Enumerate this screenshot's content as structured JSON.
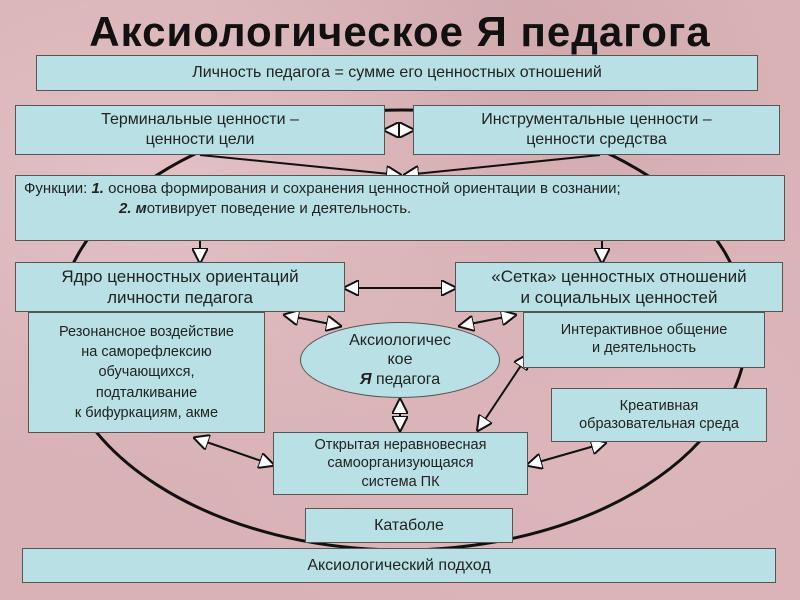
{
  "title": "Аксиологическое Я педагога",
  "personality": "Личность педагога = сумме его ценностных отношений",
  "terminal": {
    "line1": "Терминальные ценности –",
    "line2": "ценности цели"
  },
  "instrumental": {
    "line1": "Инструментальные ценности –",
    "line2": "ценности средства"
  },
  "functions": {
    "prefix": "Функции: ",
    "n1": "1.",
    "text1": " основа формирования и сохранения ценностной ориентации в сознании;",
    "n2": "2. м",
    "text2": "отивирует поведение и деятельность."
  },
  "core": {
    "line1": "Ядро ценностных ориентаций",
    "line2": "личности педагога"
  },
  "grid": {
    "line1": "«Сетка» ценностных отношений",
    "line2": "и социальных ценностей"
  },
  "resonant": {
    "l1": "Резонансное воздействие",
    "l2": "на саморефлексию",
    "l3": "обучающихся,",
    "l4": "подталкивание",
    "l5": "к бифуркациям, акме"
  },
  "center": {
    "l1": "Аксиологичес",
    "l2": "кое",
    "l3a": "Я",
    "l3b": " педагога"
  },
  "interactive": {
    "l1": "Интерактивное общение",
    "l2": "и деятельность"
  },
  "creative": {
    "l1": "Креативная",
    "l2": "образовательная среда"
  },
  "system": {
    "l1": "Открытая неравновесная",
    "l2": "самоорганизующаяся",
    "l3": "система ПК"
  },
  "katabole": "Катаболе",
  "approach": "Аксиологический подход"
}
